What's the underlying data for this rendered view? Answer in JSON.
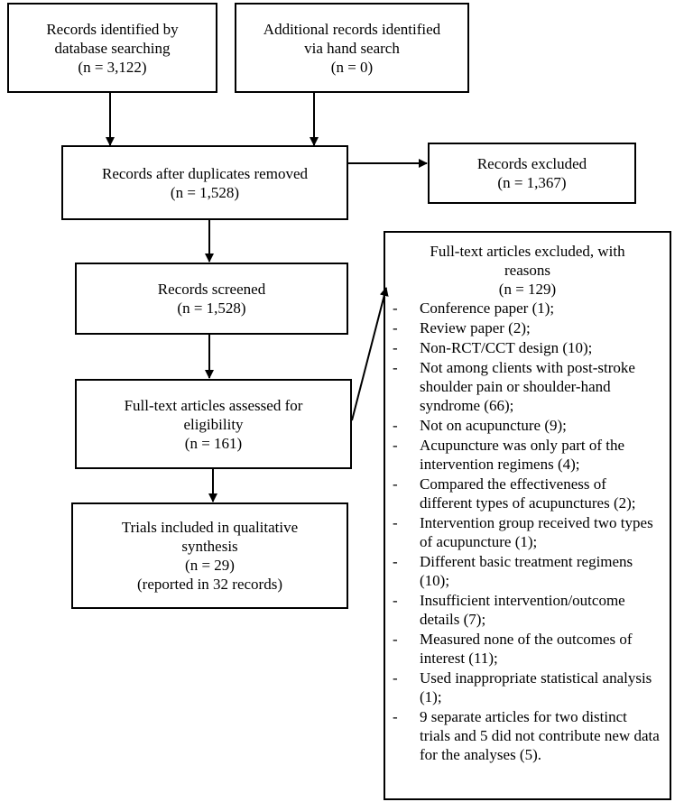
{
  "boxes": {
    "database": {
      "line1": "Records identified by",
      "line2": "database searching",
      "count": "(n = 3,122)"
    },
    "hand_search": {
      "line1": "Additional records identified",
      "line2": "via hand search",
      "count": "(n = 0)"
    },
    "after_duplicates": {
      "line1": "Records after duplicates removed",
      "count": "(n = 1,528)"
    },
    "excluded": {
      "line1": "Records excluded",
      "count": "(n = 1,367)"
    },
    "screened": {
      "line1": "Records screened",
      "count": "(n = 1,528)"
    },
    "assessed": {
      "line1": "Full-text articles assessed for",
      "line2": "eligibility",
      "count": "(n = 161)"
    },
    "included": {
      "line1": "Trials included in qualitative",
      "line2": "synthesis",
      "count": "(n = 29)",
      "note": "(reported in 32 records)"
    }
  },
  "fulltext_excluded": {
    "line1": "Full-text articles excluded, with",
    "line2": "reasons",
    "count": "(n = 129)",
    "bullet": "-",
    "reasons": [
      "Conference paper (1);",
      "Review paper (2);",
      "Non-RCT/CCT design (10);",
      "Not among clients with post-stroke shoulder pain or shoulder-hand syndrome (66);",
      "Not on acupuncture (9);",
      "Acupuncture was only part of the intervention regimens (4);",
      "Compared the effectiveness of different types of acupunctures (2);",
      "Intervention group received two types of acupuncture (1);",
      "Different basic treatment regimens (10);",
      "Insufficient intervention/outcome details (7);",
      "Measured none of the outcomes of interest (11);",
      "Used inappropriate statistical analysis (1);",
      "9 separate articles for two distinct trials and 5 did not contribute new data for the analyses (5)."
    ]
  }
}
